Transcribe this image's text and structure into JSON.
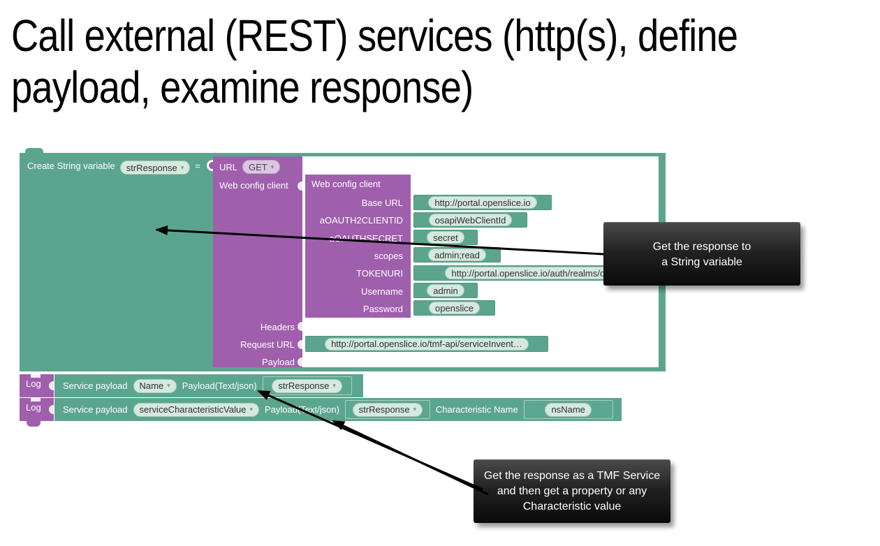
{
  "title": {
    "line1": "Call external (REST) services (http(s), define",
    "line2": "payload, examine response)"
  },
  "icons": {
    "dropdown_arrow": "▾"
  },
  "colors": {
    "block_teal": "#5ba58e",
    "block_purple": "#a05fad",
    "field_pill_teal": "#d5e9df",
    "field_pill_purple": "#dcc6e3",
    "callout_bg_dark": "#0a0a0a",
    "arrow": "#000000"
  },
  "create_block": {
    "label": "Create String variable",
    "variable_dropdown": "strResponse",
    "equals_sign": "="
  },
  "url_block": {
    "label": "URL",
    "method_dropdown": "GET",
    "client_input_label": "Web config client",
    "headers_label": "Headers",
    "request_url_label": "Request URL",
    "payload_label": "Payload",
    "request_url_value": "http://portal.openslice.io/tmf-api/serviceInvent…"
  },
  "web_config_block": {
    "title": "Web config client",
    "fields": [
      {
        "label": "Base URL",
        "value": "http://portal.openslice.io"
      },
      {
        "label": "aOAUTH2CLIENTID",
        "value": "osapiWebClientId"
      },
      {
        "label": "aOAUTHSECRET",
        "value": "secret"
      },
      {
        "label": "scopes",
        "value": "admin;read"
      },
      {
        "label": "TOKENURI",
        "value": "http://portal.openslice.io/auth/realms/ope"
      },
      {
        "label": "Username",
        "value": "admin"
      },
      {
        "label": "Password",
        "value": "openslice"
      }
    ]
  },
  "log_blocks": [
    {
      "log_label": "Log",
      "service_payload_label": "Service payload",
      "property_dropdown": "Name",
      "payload_label": "Payload(Text/json)",
      "payload_value_dropdown": "strResponse"
    },
    {
      "log_label": "Log",
      "service_payload_label": "Service payload",
      "property_dropdown": "serviceCharacteristicValue",
      "payload_label": "Payload(Text/json)",
      "payload_value_dropdown": "strResponse",
      "characteristic_label": "Characteristic Name",
      "characteristic_value": "nsName"
    }
  ],
  "callouts": [
    {
      "line1": "Get the response to",
      "line2": "a String variable",
      "line3": ""
    },
    {
      "line1": "Get the response as a TMF Service",
      "line2": "and then get a property or any",
      "line3": "Characteristic value"
    }
  ]
}
